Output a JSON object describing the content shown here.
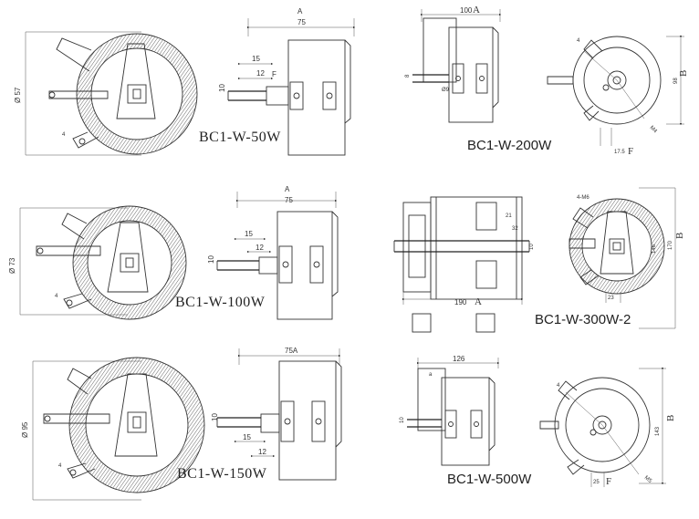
{
  "drawings": [
    {
      "id": "w50",
      "model": "BC1-W-50W",
      "dims": {
        "a": "A",
        "overall": "75",
        "dia": "Ø 57",
        "d15": "15",
        "d12": "12",
        "f": "F",
        "d10": "10",
        "d4": "4"
      }
    },
    {
      "id": "w100",
      "model": "BC1-W-100W",
      "dims": {
        "a": "A",
        "overall": "75",
        "dia": "Ø 73",
        "d15": "15",
        "d12": "12",
        "d10": "10",
        "d4": "4"
      }
    },
    {
      "id": "w150",
      "model": "BC1-W-150W",
      "dims": {
        "a": "A",
        "overall": "75A",
        "dia": "Ø 95",
        "d10": "10",
        "d15": "15",
        "d12": "12",
        "d4": "4"
      }
    },
    {
      "id": "w200",
      "model": "BC1-W-200W",
      "dims": {
        "overall": "100",
        "a": "A",
        "d8": "8",
        "d9": "Ø9",
        "b": "B",
        "dia": "98",
        "m4": "M4",
        "d175": "17.5",
        "f": "F",
        "d4": "4"
      }
    },
    {
      "id": "w300",
      "model": "BC1-W-300W-2",
      "dims": {
        "d21": "21",
        "d32": "32",
        "d10": "10",
        "overall": "190",
        "a": "A",
        "m6": "4-M6",
        "d146": "146",
        "dia": "170",
        "b": "B",
        "d23": "23"
      }
    },
    {
      "id": "w500",
      "model": "BC1-W-500W",
      "dims": {
        "overall": "126",
        "a": "a",
        "d10": "10",
        "b": "B",
        "dia": "143",
        "d25": "25",
        "f": "F",
        "m5": "M5",
        "d4": "4"
      }
    }
  ]
}
